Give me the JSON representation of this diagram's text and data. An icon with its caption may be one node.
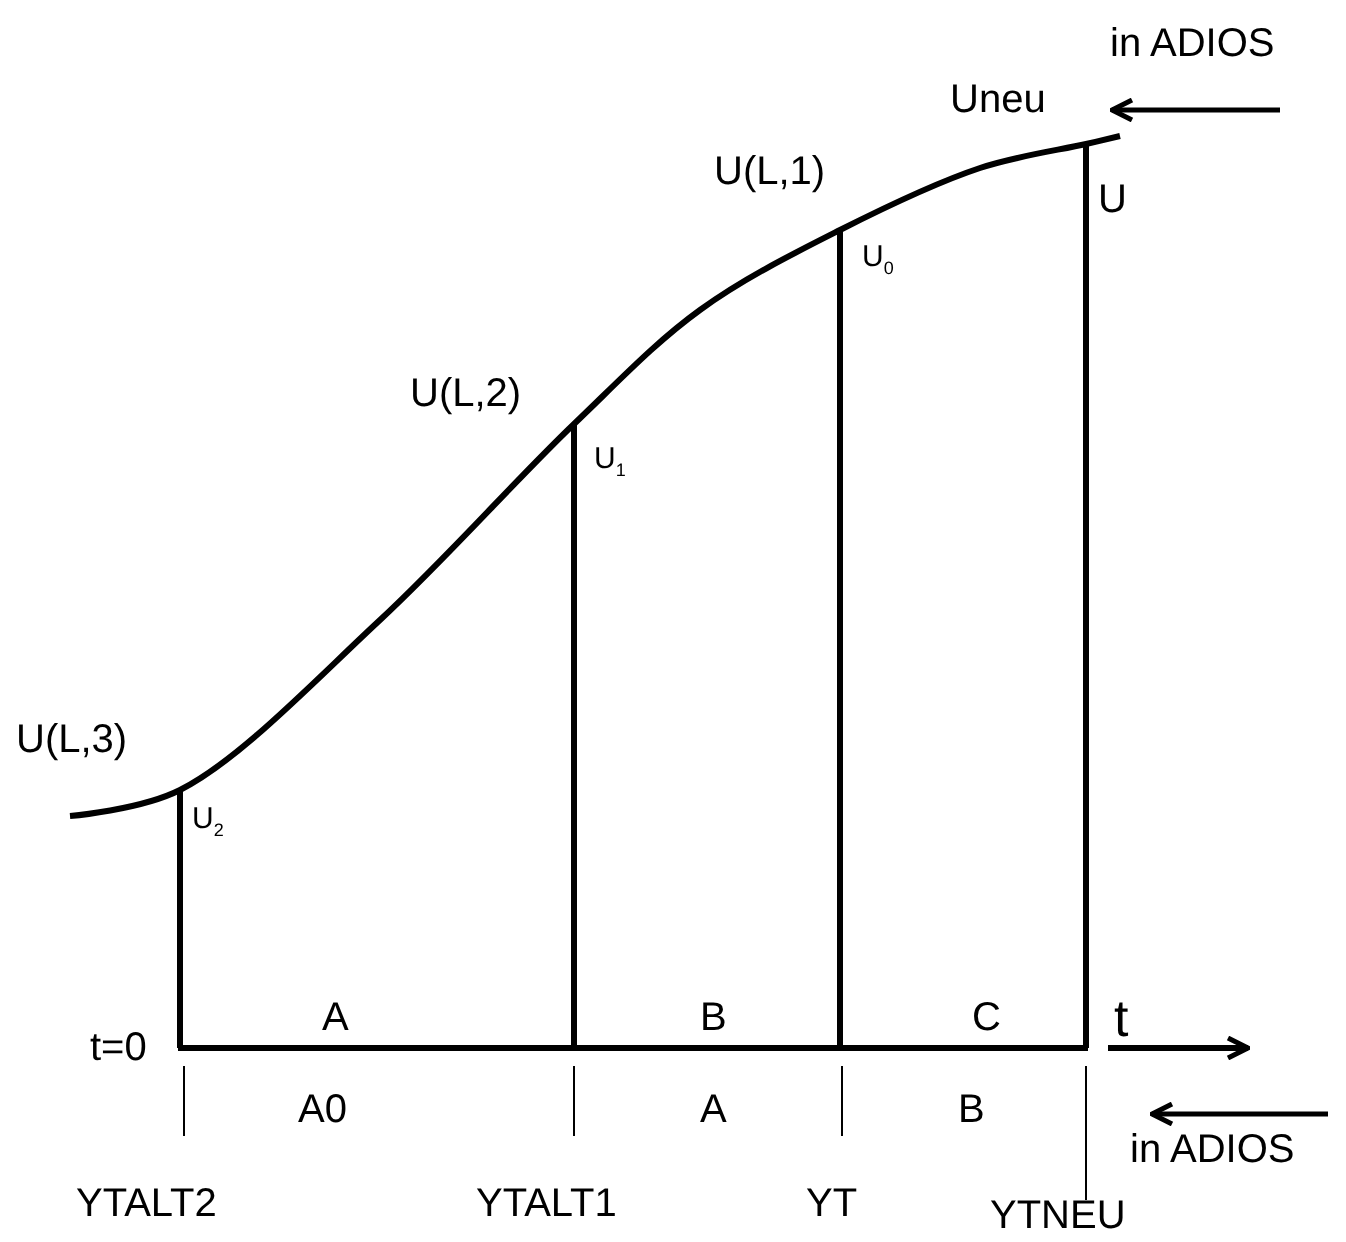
{
  "diagram": {
    "labels": [
      "in ADIOS",
      "Uneu",
      "U(L,1)",
      "U",
      "U$_{0}$",
      "U(L,2)",
      "U$_{1}$",
      "U(L,3)",
      "U$_{2}$",
      "A",
      "B",
      "C",
      "t",
      "t=0",
      "A0",
      "A",
      "B",
      "in ADIOS",
      "YTALT2",
      "YTALT1",
      "YT",
      "YTNEU"
    ]
  }
}
